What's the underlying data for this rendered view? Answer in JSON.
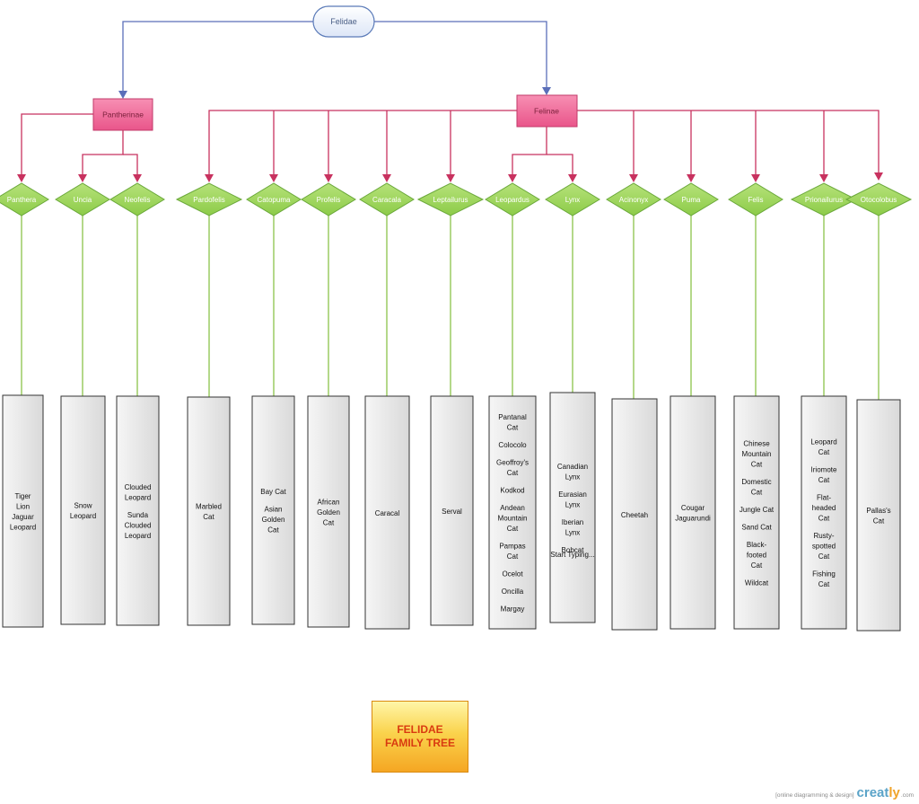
{
  "root": {
    "label": "Felidae"
  },
  "subfamilies": [
    {
      "id": "pantherinae",
      "label": "Pantherinae"
    },
    {
      "id": "felinae",
      "label": "Felinae"
    }
  ],
  "genera": [
    {
      "label": "Panthera",
      "species": [
        "Tiger",
        "Lion",
        "Jaguar",
        "Leopard"
      ]
    },
    {
      "label": "Uncia",
      "species": [
        "Snow Leopard"
      ]
    },
    {
      "label": "Neofelis",
      "species": [
        "Clouded Leopard",
        "Sunda Clouded Leopard"
      ]
    },
    {
      "label": "Pardofelis",
      "species": [
        "Marbled Cat"
      ]
    },
    {
      "label": "Catopuma",
      "species": [
        "Bay Cat",
        "Asian Golden Cat"
      ]
    },
    {
      "label": "Profelis",
      "species": [
        "African Golden Cat"
      ]
    },
    {
      "label": "Caracala",
      "species": [
        "Caracal"
      ]
    },
    {
      "label": "Leptailurus",
      "species": [
        "Serval"
      ]
    },
    {
      "label": "Leopardus",
      "species": [
        "Pantanal Cat",
        "Colocolo",
        "Geoffroy's Cat",
        "Kodkod",
        "Andean Mountain Cat",
        "Pampas Cat",
        "Ocelot",
        "Oncilla",
        "Margay"
      ]
    },
    {
      "label": "Lynx",
      "species": [
        "Canadian Lynx",
        "Eurasian Lynx",
        "Iberian Lynx",
        "Bobcat"
      ],
      "extra_text": "Start Typing..."
    },
    {
      "label": "Acinonyx",
      "species": [
        "Cheetah"
      ]
    },
    {
      "label": "Puma",
      "species": [
        "Cougar",
        "Jaguarundi"
      ]
    },
    {
      "label": "Felis",
      "species": [
        "Chinese Mountain Cat",
        "Domestic Cat",
        "Jungle Cat",
        "Sand Cat",
        "Black-footed Cat",
        "Wildcat"
      ]
    },
    {
      "label": "Prionailurus",
      "species": [
        "Leopard Cat",
        "Iriomote Cat",
        "Flat-headed Cat",
        "Rusty-spotted Cat",
        "Fishing Cat"
      ]
    },
    {
      "label": "Otocolobus",
      "species": [
        "Pallas's Cat"
      ]
    }
  ],
  "legend": {
    "line1": "FELIDAE",
    "line2": "FAMILY TREE"
  },
  "credit": {
    "tagline": "[online diagramming & design]",
    "brand_main": "creat",
    "brand_accent": "ly",
    "tld": ".com"
  },
  "colors": {
    "root_fill": "#e8eefa",
    "root_stroke": "#5a7ab8",
    "root_connector": "#5b6fb9",
    "subfamily_fill": "#f06a9a",
    "subfamily_stroke": "#c23a6a",
    "subfamily_connector": "#c8325f",
    "genus_fill": "#9dd45a",
    "genus_stroke": "#6aa83a",
    "genus_connector": "#8bc34a",
    "box_stroke": "#333333",
    "legend_text": "#d93a10"
  }
}
